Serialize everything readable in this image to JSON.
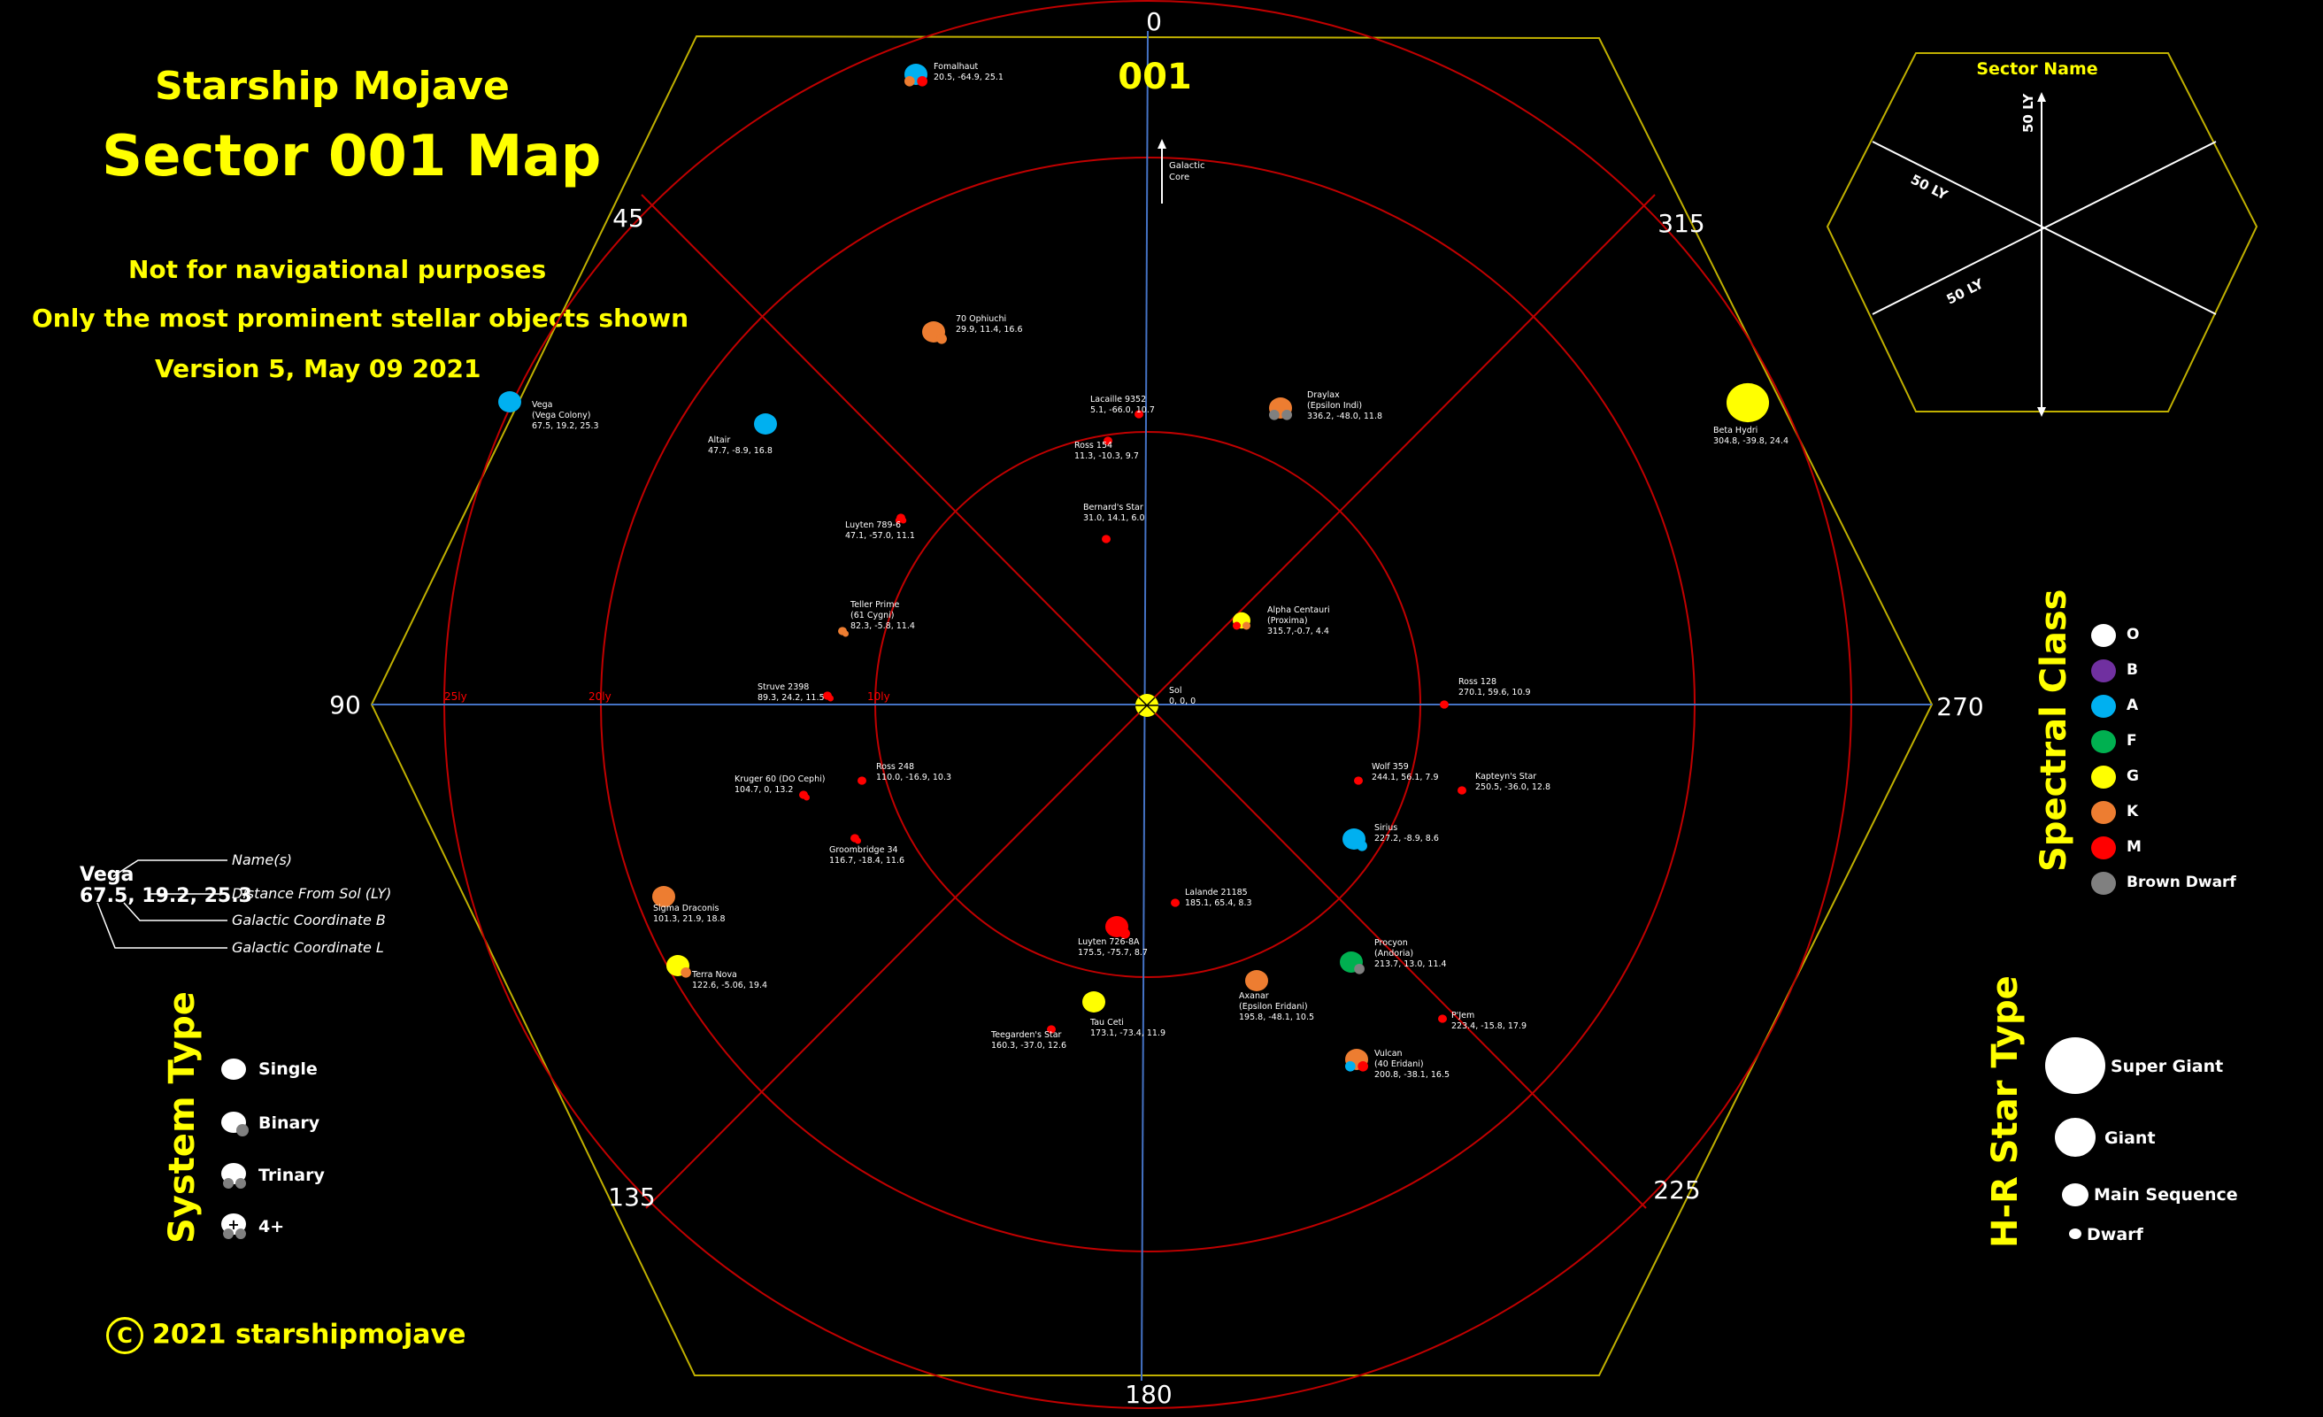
{
  "header": {
    "title": "Starship Mojave",
    "map_title": "Sector 001 Map",
    "sector_label": "001",
    "note1": "Not for navigational purposes",
    "note2": "Only the most prominent stellar objects shown",
    "version": "Version 5, May 09 2021"
  },
  "copyright": "2021 starshipmojave",
  "bearings": [
    "0",
    "45",
    "90",
    "135",
    "180",
    "225",
    "270",
    "315"
  ],
  "ring_labels": [
    "25ly",
    "20ly",
    "10ly"
  ],
  "galactic_core": [
    "Galactic",
    "Core"
  ],
  "colors": {
    "O": "#ffffff",
    "B": "#7030a0",
    "A": "#00b0f0",
    "F": "#00b050",
    "G": "#ffff00",
    "K": "#ed7d31",
    "M": "#ff0000",
    "BD": "#808080",
    "hexagon": "#c0b000",
    "rings": "#c00000",
    "axes": "#4472c4"
  },
  "stars": [
    {
      "lines": [
        "Fomalhaut",
        "20.5, -64.9, 25.1"
      ],
      "cls": "A",
      "size": "giant",
      "sys": "trinary",
      "comp": [
        "K",
        "M"
      ]
    },
    {
      "lines": [
        "70 Ophiuchi",
        "29.9, 11.4, 16.6"
      ],
      "cls": "K",
      "size": "giant",
      "sys": "binary",
      "comp": [
        "K"
      ]
    },
    {
      "lines": [
        "Vega",
        "(Vega Colony)",
        "67.5, 19.2, 25.3"
      ],
      "cls": "A",
      "size": "giant",
      "sys": "single"
    },
    {
      "lines": [
        "Altair",
        "47.7, -8.9, 16.8"
      ],
      "cls": "A",
      "size": "giant",
      "sys": "single"
    },
    {
      "lines": [
        "Lacaille 9352",
        "5.1, -66.0, 10.7"
      ],
      "cls": "M",
      "size": "dwarf",
      "sys": "single"
    },
    {
      "lines": [
        "Draylax",
        "(Epsilon Indi)",
        "336.2, -48.0, 11.8"
      ],
      "cls": "K",
      "size": "giant",
      "sys": "trinary",
      "comp": [
        "BD",
        "BD"
      ]
    },
    {
      "lines": [
        "Beta Hydri",
        "304.8, -39.8, 24.4"
      ],
      "cls": "G",
      "size": "super",
      "sys": "single"
    },
    {
      "lines": [
        "Ross 154",
        "11.3, -10.3, 9.7"
      ],
      "cls": "M",
      "size": "dwarf",
      "sys": "single"
    },
    {
      "lines": [
        "Bernard's Star",
        "31.0, 14.1, 6.0"
      ],
      "cls": "M",
      "size": "dwarf",
      "sys": "single"
    },
    {
      "lines": [
        "Luyten 789-6",
        "47.1, -57.0, 11.1"
      ],
      "cls": "M",
      "size": "dwarf",
      "sys": "trinary",
      "comp": [
        "M",
        "M"
      ]
    },
    {
      "lines": [
        "Teller Prime",
        "(61 Cygni)",
        "82.3, -5.8, 11.4"
      ],
      "cls": "K",
      "size": "dwarf",
      "sys": "binary",
      "comp": [
        "K"
      ]
    },
    {
      "lines": [
        "Alpha Centauri",
        "(Proxima)",
        "315.7,-0.7, 4.4"
      ],
      "cls": "G",
      "size": "main",
      "sys": "trinary",
      "comp": [
        "M",
        "K"
      ]
    },
    {
      "lines": [
        "Struve 2398",
        "89.3, 24.2, 11.5"
      ],
      "cls": "M",
      "size": "dwarf",
      "sys": "binary",
      "comp": [
        "M"
      ]
    },
    {
      "lines": [
        "Sol",
        "0, 0, 0"
      ],
      "cls": "G",
      "size": "main",
      "sys": "sol"
    },
    {
      "lines": [
        "Ross 128",
        "270.1, 59.6, 10.9"
      ],
      "cls": "M",
      "size": "dwarf",
      "sys": "single"
    },
    {
      "lines": [
        "Ross 248",
        "110.0, -16.9, 10.3"
      ],
      "cls": "M",
      "size": "dwarf",
      "sys": "single"
    },
    {
      "lines": [
        "Kruger 60 (DO Cephi)",
        "104.7, 0, 13.2"
      ],
      "cls": "M",
      "size": "dwarf",
      "sys": "binary",
      "comp": [
        "M"
      ]
    },
    {
      "lines": [
        "Wolf 359",
        "244.1, 56.1, 7.9"
      ],
      "cls": "M",
      "size": "dwarf",
      "sys": "single"
    },
    {
      "lines": [
        "Kapteyn's Star",
        "250.5, -36.0, 12.8"
      ],
      "cls": "M",
      "size": "dwarf",
      "sys": "single"
    },
    {
      "lines": [
        "Groombridge 34",
        "116.7, -18.4, 11.6"
      ],
      "cls": "M",
      "size": "dwarf",
      "sys": "binary",
      "comp": [
        "M"
      ]
    },
    {
      "lines": [
        "Sirius",
        "227.2, -8.9, 8.6"
      ],
      "cls": "A",
      "size": "giant",
      "sys": "binary",
      "comp": [
        "A"
      ]
    },
    {
      "lines": [
        "Sigma Draconis",
        "101.3, 21.9, 18.8"
      ],
      "cls": "K",
      "size": "giant",
      "sys": "single"
    },
    {
      "lines": [
        "Lalande 21185",
        "185.1, 65.4, 8.3"
      ],
      "cls": "M",
      "size": "dwarf",
      "sys": "single"
    },
    {
      "lines": [
        "Luyten 726-8A",
        "175.5, -75.7, 8.7"
      ],
      "cls": "M",
      "size": "giant",
      "sys": "binary",
      "comp": [
        "M"
      ]
    },
    {
      "lines": [
        "Procyon",
        "(Andoria)",
        "213.7, 13.0, 11.4"
      ],
      "cls": "F",
      "size": "giant",
      "sys": "binary",
      "comp": [
        "BD"
      ]
    },
    {
      "lines": [
        "Terra Nova",
        "122.6, -5.06, 19.4"
      ],
      "cls": "G",
      "size": "giant",
      "sys": "binary",
      "comp": [
        "K"
      ]
    },
    {
      "lines": [
        "Axanar",
        "(Epsilon Eridani)",
        "195.8, -48.1, 10.5"
      ],
      "cls": "K",
      "size": "giant",
      "sys": "single"
    },
    {
      "lines": [
        "P'Jem",
        "223.4, -15.8, 17.9"
      ],
      "cls": "M",
      "size": "dwarf",
      "sys": "single"
    },
    {
      "lines": [
        "Tau Ceti",
        "173.1, -73.4, 11.9"
      ],
      "cls": "G",
      "size": "giant",
      "sys": "single"
    },
    {
      "lines": [
        "Teegarden's Star",
        "160.3, -37.0, 12.6"
      ],
      "cls": "M",
      "size": "dwarf",
      "sys": "single"
    },
    {
      "lines": [
        "Vulcan",
        "(40 Eridani)",
        "200.8, -38.1, 16.5"
      ],
      "cls": "K",
      "size": "giant",
      "sys": "trinary",
      "comp": [
        "A",
        "M"
      ]
    }
  ],
  "key": {
    "name": "Vega",
    "coords": "67.5, 19.2, 25.3",
    "labels": [
      "Name(s)",
      "Distance From Sol (LY)",
      "Galactic Coordinate B",
      "Galactic Coordinate L"
    ]
  },
  "spectral_legend": {
    "title": "Spectral Class",
    "items": [
      {
        "label": "O",
        "color": "#ffffff"
      },
      {
        "label": "B",
        "color": "#7030a0"
      },
      {
        "label": "A",
        "color": "#00b0f0"
      },
      {
        "label": "F",
        "color": "#00b050"
      },
      {
        "label": "G",
        "color": "#ffff00"
      },
      {
        "label": "K",
        "color": "#ed7d31"
      },
      {
        "label": "M",
        "color": "#ff0000"
      },
      {
        "label": "Brown Dwarf",
        "color": "#808080"
      }
    ]
  },
  "system_legend": {
    "title": "System Type",
    "items": [
      "Single",
      "Binary",
      "Trinary",
      "4+"
    ]
  },
  "hr_legend": {
    "title": "H-R Star Type",
    "items": [
      "Super Giant",
      "Giant",
      "Main Sequence",
      "Dwarf"
    ]
  },
  "inset": {
    "title": "Sector Name",
    "labels": [
      "50 LY",
      "50 LY",
      "50 LY"
    ]
  }
}
